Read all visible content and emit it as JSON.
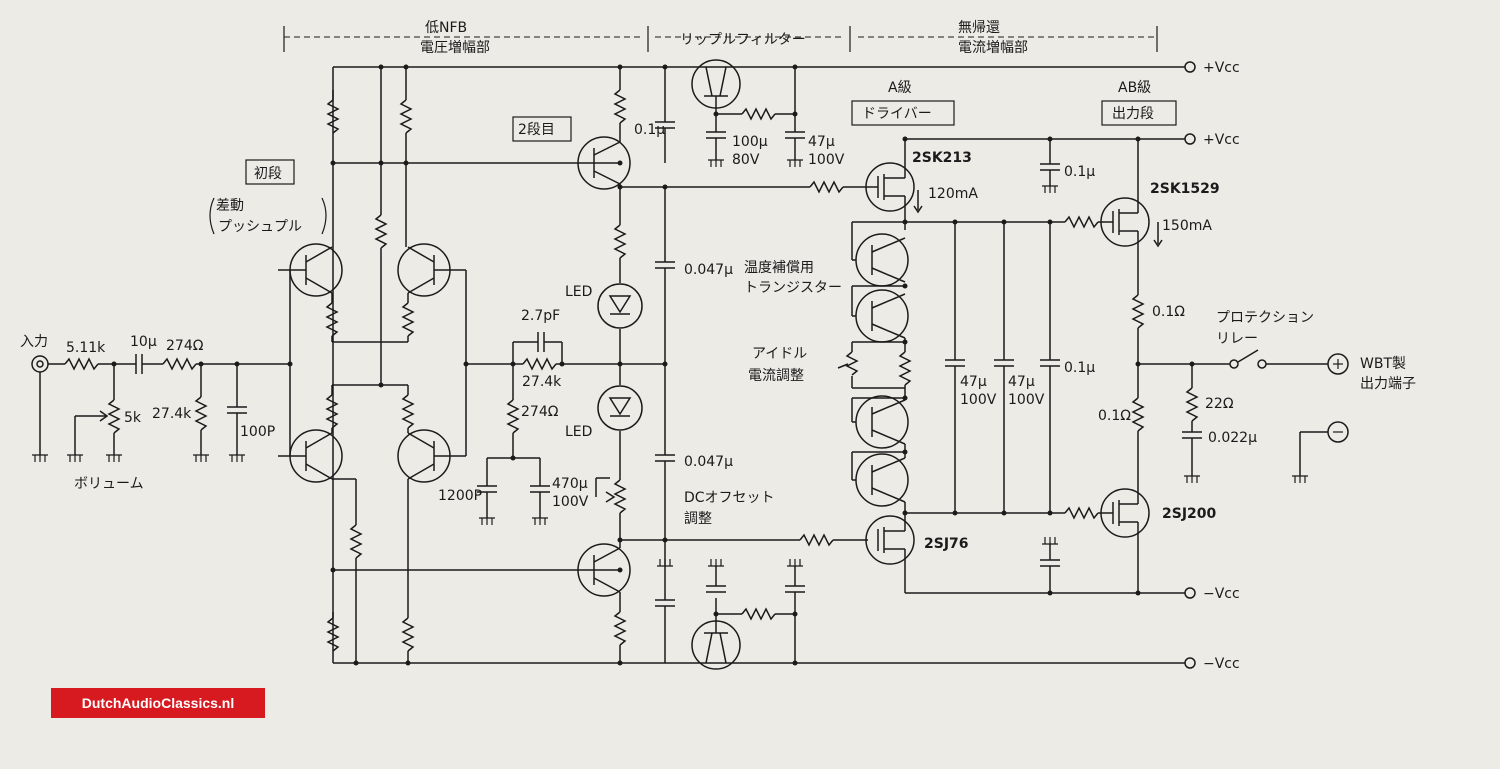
{
  "sections": {
    "low_nfb_1": "低NFB",
    "low_nfb_2": "電圧増幅部",
    "ripple": "リップルフィルター",
    "nofb_1": "無帰還",
    "nofb_2": "電流増幅部"
  },
  "stages": {
    "first": "初段",
    "diff_1": "差動",
    "diff_2": "プッシュプル",
    "second": "2段目",
    "a_class": "A級",
    "driver": "ドライバー",
    "ab_class": "AB級",
    "output": "出力段"
  },
  "rails": {
    "pos": "+Vcc",
    "neg": "−Vcc"
  },
  "input": {
    "label": "入力",
    "volume": "ボリューム"
  },
  "components": {
    "r_in": "5.11k",
    "c_in": "10μ",
    "r_274a": "274Ω",
    "pot": "5k",
    "r_274k": "27.4k",
    "c_100p": "100P",
    "c_27pf": "2.7pF",
    "r_274k_b": "27.4k",
    "r_274b": "274Ω",
    "c_1200p": "1200P",
    "c_470": "470μ",
    "v_100a": "100V",
    "led1": "LED",
    "led2": "LED",
    "c_01a": "0.1μ",
    "c_100u": "100μ",
    "v_80": "80V",
    "c_47a": "47μ",
    "v_100b": "100V",
    "c_047a": "0.047μ",
    "c_047b": "0.047μ",
    "dc_1": "DCオフセット",
    "dc_2": "調整",
    "q_2sk213": "2SK213",
    "i_120": "120mA",
    "q_2sj76": "2SJ76",
    "temp_1": "温度補償用",
    "temp_2": "トランジスター",
    "idle_1": "アイドル",
    "idle_2": "電流調整",
    "c_47b": "47μ",
    "v_100c": "100V",
    "c_47c": "47μ",
    "v_100d": "100V",
    "c_01b": "0.1μ",
    "c_01c": "0.1μ",
    "q_2sk1529": "2SK1529",
    "i_150": "150mA",
    "q_2sj200": "2SJ200",
    "r_01a": "0.1Ω",
    "r_01b": "0.1Ω",
    "r_22": "22Ω",
    "c_022": "0.022μ",
    "relay_1": "プロテクション",
    "relay_2": "リレー",
    "out_1": "WBT製",
    "out_2": "出力端子"
  },
  "watermark": "DutchAudioClassics.nl"
}
